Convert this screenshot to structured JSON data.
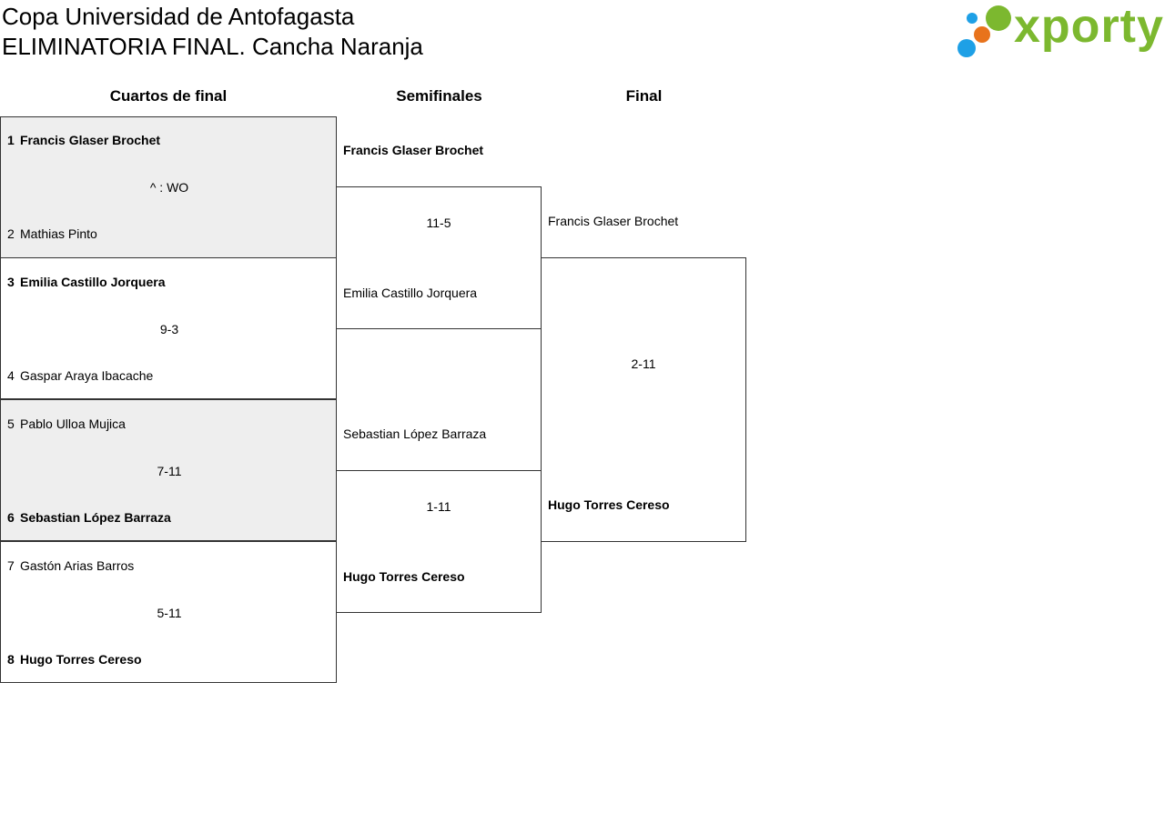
{
  "header": {
    "title_line1": "Copa Universidad de Antofagasta",
    "title_line2": "ELIMINATORIA FINAL. Cancha Naranja",
    "logo_text": "xporty",
    "logo_colors": {
      "green": "#7cb82f",
      "blue": "#1ea0e6",
      "orange": "#e8731c"
    }
  },
  "rounds": {
    "quarterfinals": "Cuartos de final",
    "semifinals": "Semifinales",
    "final": "Final"
  },
  "quarterfinals": [
    {
      "p1_seed": "1",
      "p1": "Francis Glaser Brochet",
      "p1_winner": true,
      "score": "^ : WO",
      "p2_seed": "2",
      "p2": "Mathias Pinto",
      "p2_winner": false,
      "shaded": true
    },
    {
      "p1_seed": "3",
      "p1": "Emilia Castillo Jorquera",
      "p1_winner": true,
      "score": "9-3",
      "p2_seed": "4",
      "p2": "Gaspar Araya Ibacache",
      "p2_winner": false,
      "shaded": false
    },
    {
      "p1_seed": "5",
      "p1": "Pablo Ulloa Mujica",
      "p1_winner": false,
      "score": "7-11",
      "p2_seed": "6",
      "p2": "Sebastian López Barraza",
      "p2_winner": true,
      "shaded": true
    },
    {
      "p1_seed": "7",
      "p1": "Gastón Arias Barros",
      "p1_winner": false,
      "score": "5-11",
      "p2_seed": "8",
      "p2": "Hugo Torres Cereso",
      "p2_winner": true,
      "shaded": false
    }
  ],
  "semifinals": [
    {
      "p1": "Francis Glaser Brochet",
      "score": "11-5",
      "p2": "Emilia Castillo Jorquera"
    },
    {
      "p1": "Sebastian López Barraza",
      "score": "1-11",
      "p2": "Hugo Torres Cereso"
    }
  ],
  "final": {
    "p1": "Francis Glaser Brochet",
    "score": "2-11",
    "p2": "Hugo Torres Cereso"
  }
}
